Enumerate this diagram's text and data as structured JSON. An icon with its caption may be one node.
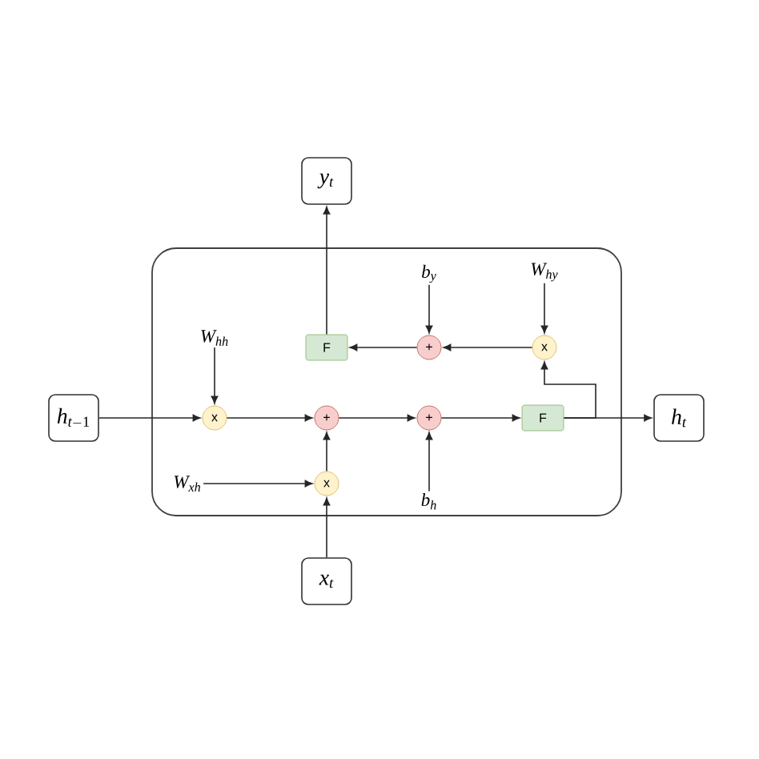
{
  "diagram": {
    "nodes": [
      {
        "text": [],
        "shape": "box"
      },
      {
        "text": [
          "y_t"
        ]
      },
      {
        "text": [
          "h_{t-1}"
        ]
      },
      {
        "text": [
          "x_t"
        ]
      },
      {
        "text": [
          "h_t"
        ]
      },
      {
        "text": [
          "W_{hh}"
        ],
        "in": 0
      },
      {
        "text": [
          "x"
        ],
        "in": 0
      },
      {
        "text": [
          "+"
        ],
        "in": 0
      },
      {
        "text": [
          "W_{xh}"
        ],
        "in": 0
      },
      {
        "text": [
          "x"
        ],
        "in": 0
      },
      {
        "text": [
          "+"
        ],
        "in": 0
      },
      {
        "text": [
          "b_h"
        ],
        "in": 0
      },
      {
        "text": [
          "F"
        ],
        "in": 0
      },
      {
        "text": [
          "W_{hy}"
        ],
        "in": 0
      },
      {
        "text": [
          "x"
        ],
        "in": 0
      },
      {
        "text": [
          "b_y"
        ],
        "in": 0
      },
      {
        "text": [
          "+"
        ],
        "in": 0
      },
      {
        "text": [
          "F"
        ],
        "in": 0
      }
    ],
    "edges": [
      {
        "from": 2,
        "to": 6,
        "arrow": "to"
      },
      {
        "from": 5,
        "to": 6,
        "arrow": "to"
      },
      {
        "from": 6,
        "to": 7,
        "arrow": "to"
      },
      {
        "from": 8,
        "to": 9,
        "arrow": "to"
      },
      {
        "from": 3,
        "to": 9,
        "arrow": "to"
      },
      {
        "from": 9,
        "to": 7,
        "arrow": "to"
      },
      {
        "from": 7,
        "to": 10,
        "arrow": "to"
      },
      {
        "from": 11,
        "to": 10,
        "arrow": "to"
      },
      {
        "from": 10,
        "to": 12,
        "arrow": "to"
      },
      {
        "from": 12,
        "to": 4,
        "arrow": "to"
      },
      {
        "from": 12,
        "to": 14,
        "arrow": "to"
      },
      {
        "from": 13,
        "to": 14,
        "arrow": "to"
      },
      {
        "from": 14,
        "to": 16,
        "arrow": "to"
      },
      {
        "from": 15,
        "to": 16,
        "arrow": "to"
      },
      {
        "from": 16,
        "to": 17,
        "arrow": "to"
      },
      {
        "from": 17,
        "to": 1,
        "arrow": "to"
      }
    ]
  }
}
